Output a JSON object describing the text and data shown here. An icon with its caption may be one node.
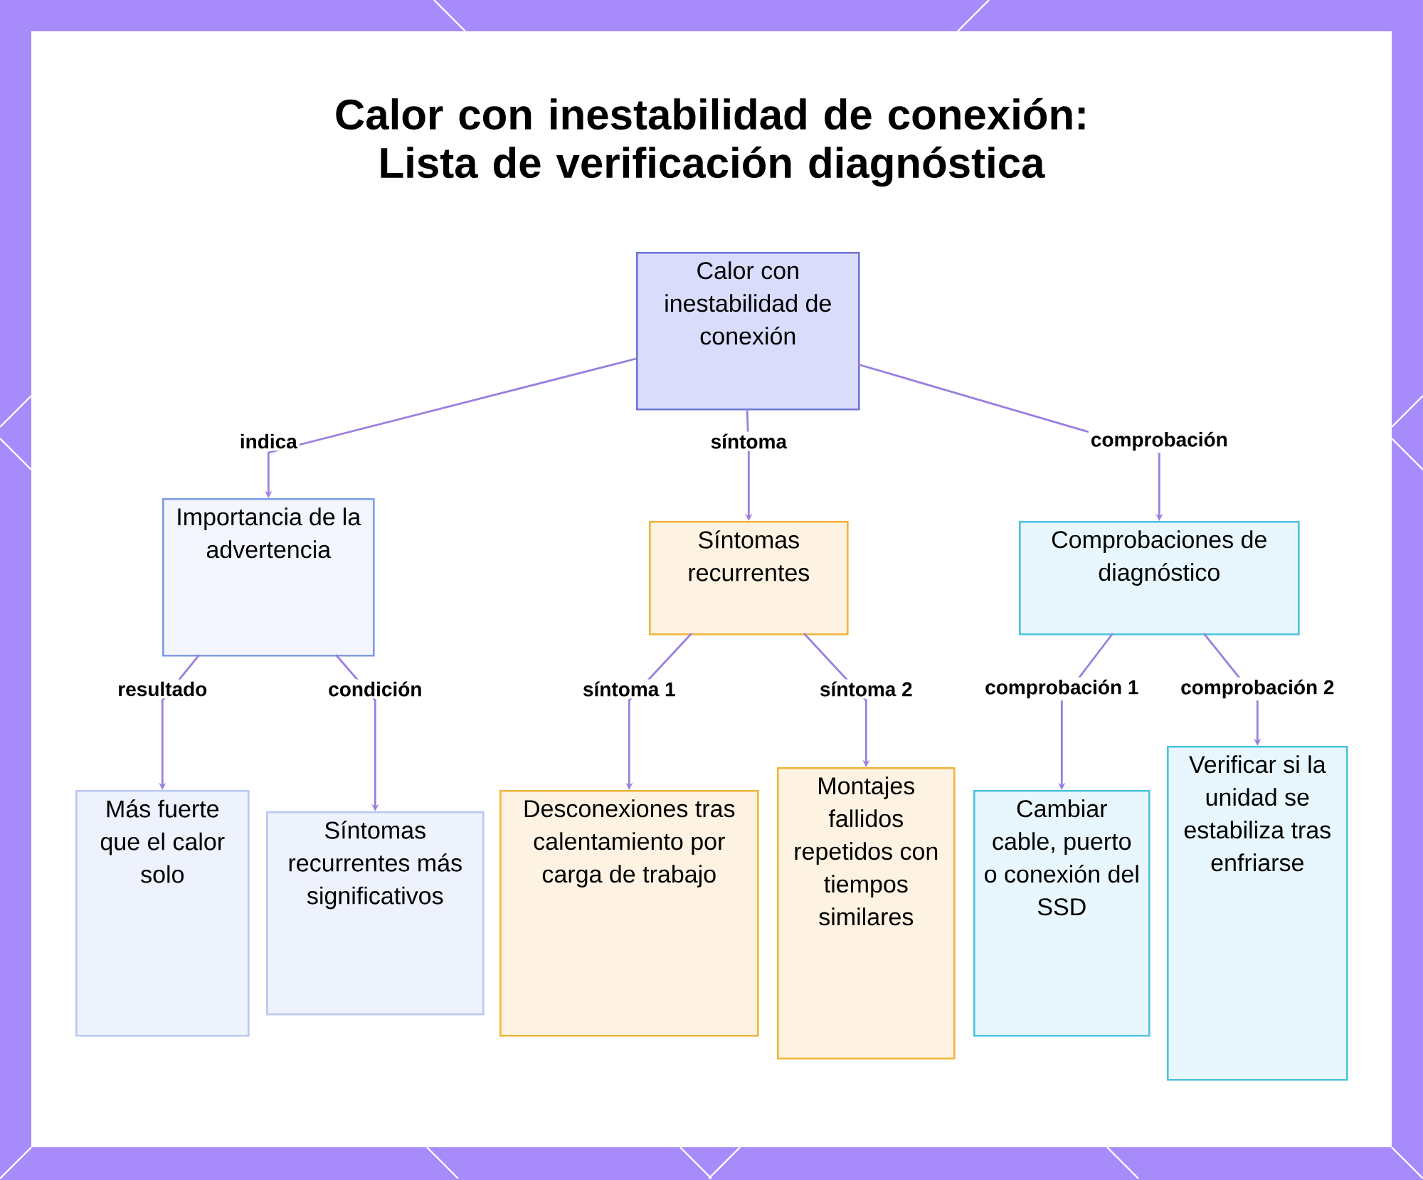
{
  "diagram": {
    "title": "Calor con inestabilidad de conexión: Lista de verificación diagnóstica",
    "nodes": [
      {
        "text": [
          "Calor con inestabilidad de conexión"
        ]
      },
      {
        "text": [
          "Importancia de la advertencia"
        ]
      },
      {
        "text": [
          "Síntomas recurrentes"
        ]
      },
      {
        "text": [
          "Comprobaciones de diagnóstico"
        ]
      },
      {
        "text": [
          "Más fuerte que el calor solo"
        ]
      },
      {
        "text": [
          "Síntomas recurrentes más significativos"
        ]
      },
      {
        "text": [
          "Desconexiones tras calentamiento por carga de trabajo"
        ]
      },
      {
        "text": [
          "Montajes fallidos repetidos con tiempos similares"
        ]
      },
      {
        "text": [
          "Cambiar cable, puerto o conexión del SSD"
        ]
      },
      {
        "text": [
          "Verificar si la unidad se estabiliza tras enfriarse"
        ]
      }
    ],
    "edges": [
      {
        "from": 0,
        "to": 1,
        "arrow": "to",
        "label": "indica"
      },
      {
        "from": 0,
        "to": 2,
        "arrow": "to",
        "label": "síntoma"
      },
      {
        "from": 0,
        "to": 3,
        "arrow": "to",
        "label": "comprobación"
      },
      {
        "from": 1,
        "to": 4,
        "arrow": "to",
        "label": "resultado"
      },
      {
        "from": 1,
        "to": 5,
        "arrow": "to",
        "label": "condición"
      },
      {
        "from": 2,
        "to": 6,
        "arrow": "to",
        "label": "síntoma 1"
      },
      {
        "from": 2,
        "to": 7,
        "arrow": "to",
        "label": "síntoma 2"
      },
      {
        "from": 3,
        "to": 8,
        "arrow": "to",
        "label": "comprobación 1"
      },
      {
        "from": 3,
        "to": 9,
        "arrow": "to",
        "label": "comprobación 2"
      }
    ]
  }
}
